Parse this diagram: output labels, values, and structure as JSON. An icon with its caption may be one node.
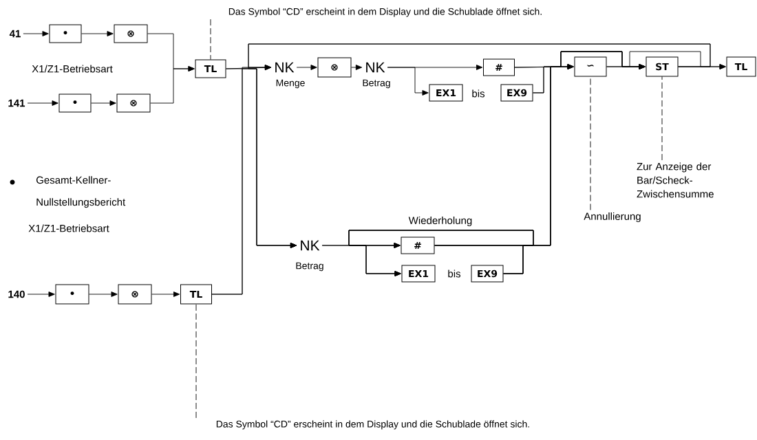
{
  "diagram": {
    "nodes": [
      {
        "text": [
          "41"
        ]
      },
      {
        "text": [
          "•"
        ]
      },
      {
        "text": [
          "⊗"
        ]
      },
      {
        "text": [
          "141"
        ]
      },
      {
        "text": [
          "•"
        ]
      },
      {
        "text": [
          "⊗"
        ]
      },
      {
        "text": [
          "TL"
        ]
      },
      {
        "text": [
          "Das Symbol “CD” erscheint in dem Display und die Schublade öffnet sich."
        ]
      },
      {
        "text": [
          "NK"
        ],
        "beside": [
          "Menge"
        ]
      },
      {
        "text": [
          "⊗"
        ]
      },
      {
        "text": [
          "NK"
        ],
        "beside": [
          "Betrag"
        ]
      },
      {
        "text": [
          "#"
        ]
      },
      {
        "text": [
          "EX1"
        ]
      },
      {
        "text": [
          "EX9"
        ]
      },
      {
        "text": [
          "∽"
        ]
      },
      {
        "text": [
          "ST"
        ]
      },
      {
        "text": [
          "TL"
        ]
      },
      {
        "text": [
          "Zur Anzeige der Bar/Scheck- Zwischensumme"
        ]
      },
      {
        "text": [
          "Annullierung"
        ]
      },
      {
        "text": [
          "140"
        ]
      },
      {
        "text": [
          "•"
        ]
      },
      {
        "text": [
          "⊗"
        ]
      },
      {
        "text": [
          "TL"
        ]
      },
      {
        "text": [
          "Das Symbol “CD” erscheint in dem Display und die Schublade öffnet sich."
        ]
      },
      {
        "text": [
          "NK"
        ],
        "beside": [
          "Betrag"
        ]
      },
      {
        "text": [
          "#"
        ]
      },
      {
        "text": [
          "EX1"
        ]
      },
      {
        "text": [
          "EX9"
        ]
      }
    ],
    "edges": [
      {
        "from": 0,
        "to": 1,
        "arrow": "to"
      },
      {
        "from": 1,
        "to": 2,
        "arrow": "to"
      },
      {
        "from": 3,
        "to": 4,
        "arrow": "to"
      },
      {
        "from": 4,
        "to": 5,
        "arrow": "to"
      },
      {
        "from": 2,
        "to": 6,
        "arrow": "to"
      },
      {
        "from": 5,
        "to": 6,
        "arrow": "to"
      },
      {
        "from": 7,
        "to": 6,
        "arrow": "none",
        "style": "dashed"
      },
      {
        "from": 6,
        "to": 8,
        "arrow": "to"
      },
      {
        "from": 6,
        "to": 24,
        "arrow": "to"
      },
      {
        "from": 22,
        "to": 8,
        "arrow": "to"
      },
      {
        "from": 22,
        "to": 24,
        "arrow": "to"
      },
      {
        "from": 8,
        "to": 9,
        "arrow": "to"
      },
      {
        "from": 9,
        "to": 10,
        "arrow": "to"
      },
      {
        "from": 10,
        "to": 11,
        "arrow": "to"
      },
      {
        "from": 10,
        "to": 12,
        "arrow": "to"
      },
      {
        "from": 11,
        "to": 14,
        "arrow": "to"
      },
      {
        "from": 13,
        "to": 14,
        "arrow": "to"
      },
      {
        "from": 25,
        "to": 14,
        "arrow": "to"
      },
      {
        "from": 27,
        "to": 14,
        "arrow": "to"
      },
      {
        "from": 11,
        "to": 15,
        "arrow": "to"
      },
      {
        "from": 13,
        "to": 15,
        "arrow": "to"
      },
      {
        "from": 25,
        "to": 15,
        "arrow": "to"
      },
      {
        "from": 27,
        "to": 15,
        "arrow": "to"
      },
      {
        "from": 14,
        "to": 15,
        "arrow": "to"
      },
      {
        "from": 15,
        "to": 16,
        "arrow": "to"
      },
      {
        "from": 14,
        "to": 16,
        "arrow": "to"
      },
      {
        "from": 15,
        "to": 8,
        "arrow": "to"
      },
      {
        "from": 15,
        "to": 24,
        "arrow": "to"
      },
      {
        "from": 18,
        "to": 14,
        "arrow": "none",
        "style": "dashed"
      },
      {
        "from": 17,
        "to": 15,
        "arrow": "none",
        "style": "dashed"
      },
      {
        "from": 19,
        "to": 20,
        "arrow": "to"
      },
      {
        "from": 20,
        "to": 21,
        "arrow": "to"
      },
      {
        "from": 21,
        "to": 22,
        "arrow": "to"
      },
      {
        "from": 23,
        "to": 22,
        "arrow": "none",
        "style": "dashed"
      },
      {
        "from": 24,
        "to": 25,
        "arrow": "to"
      },
      {
        "from": 24,
        "to": 26,
        "arrow": "to"
      },
      {
        "from": 25,
        "to": 25,
        "arrow": "to"
      },
      {
        "from": 25,
        "to": 26,
        "arrow": "to"
      },
      {
        "from": 27,
        "to": 25,
        "arrow": "to"
      },
      {
        "from": 27,
        "to": 26,
        "arrow": "to"
      }
    ],
    "labels": [
      "X1/Z1-Betriebsart",
      "bis",
      "Gesamt-Kellner- Nullstellungsbericht",
      "Wiederholung",
      "X1/Z1-Betriebsart",
      "bis"
    ]
  }
}
